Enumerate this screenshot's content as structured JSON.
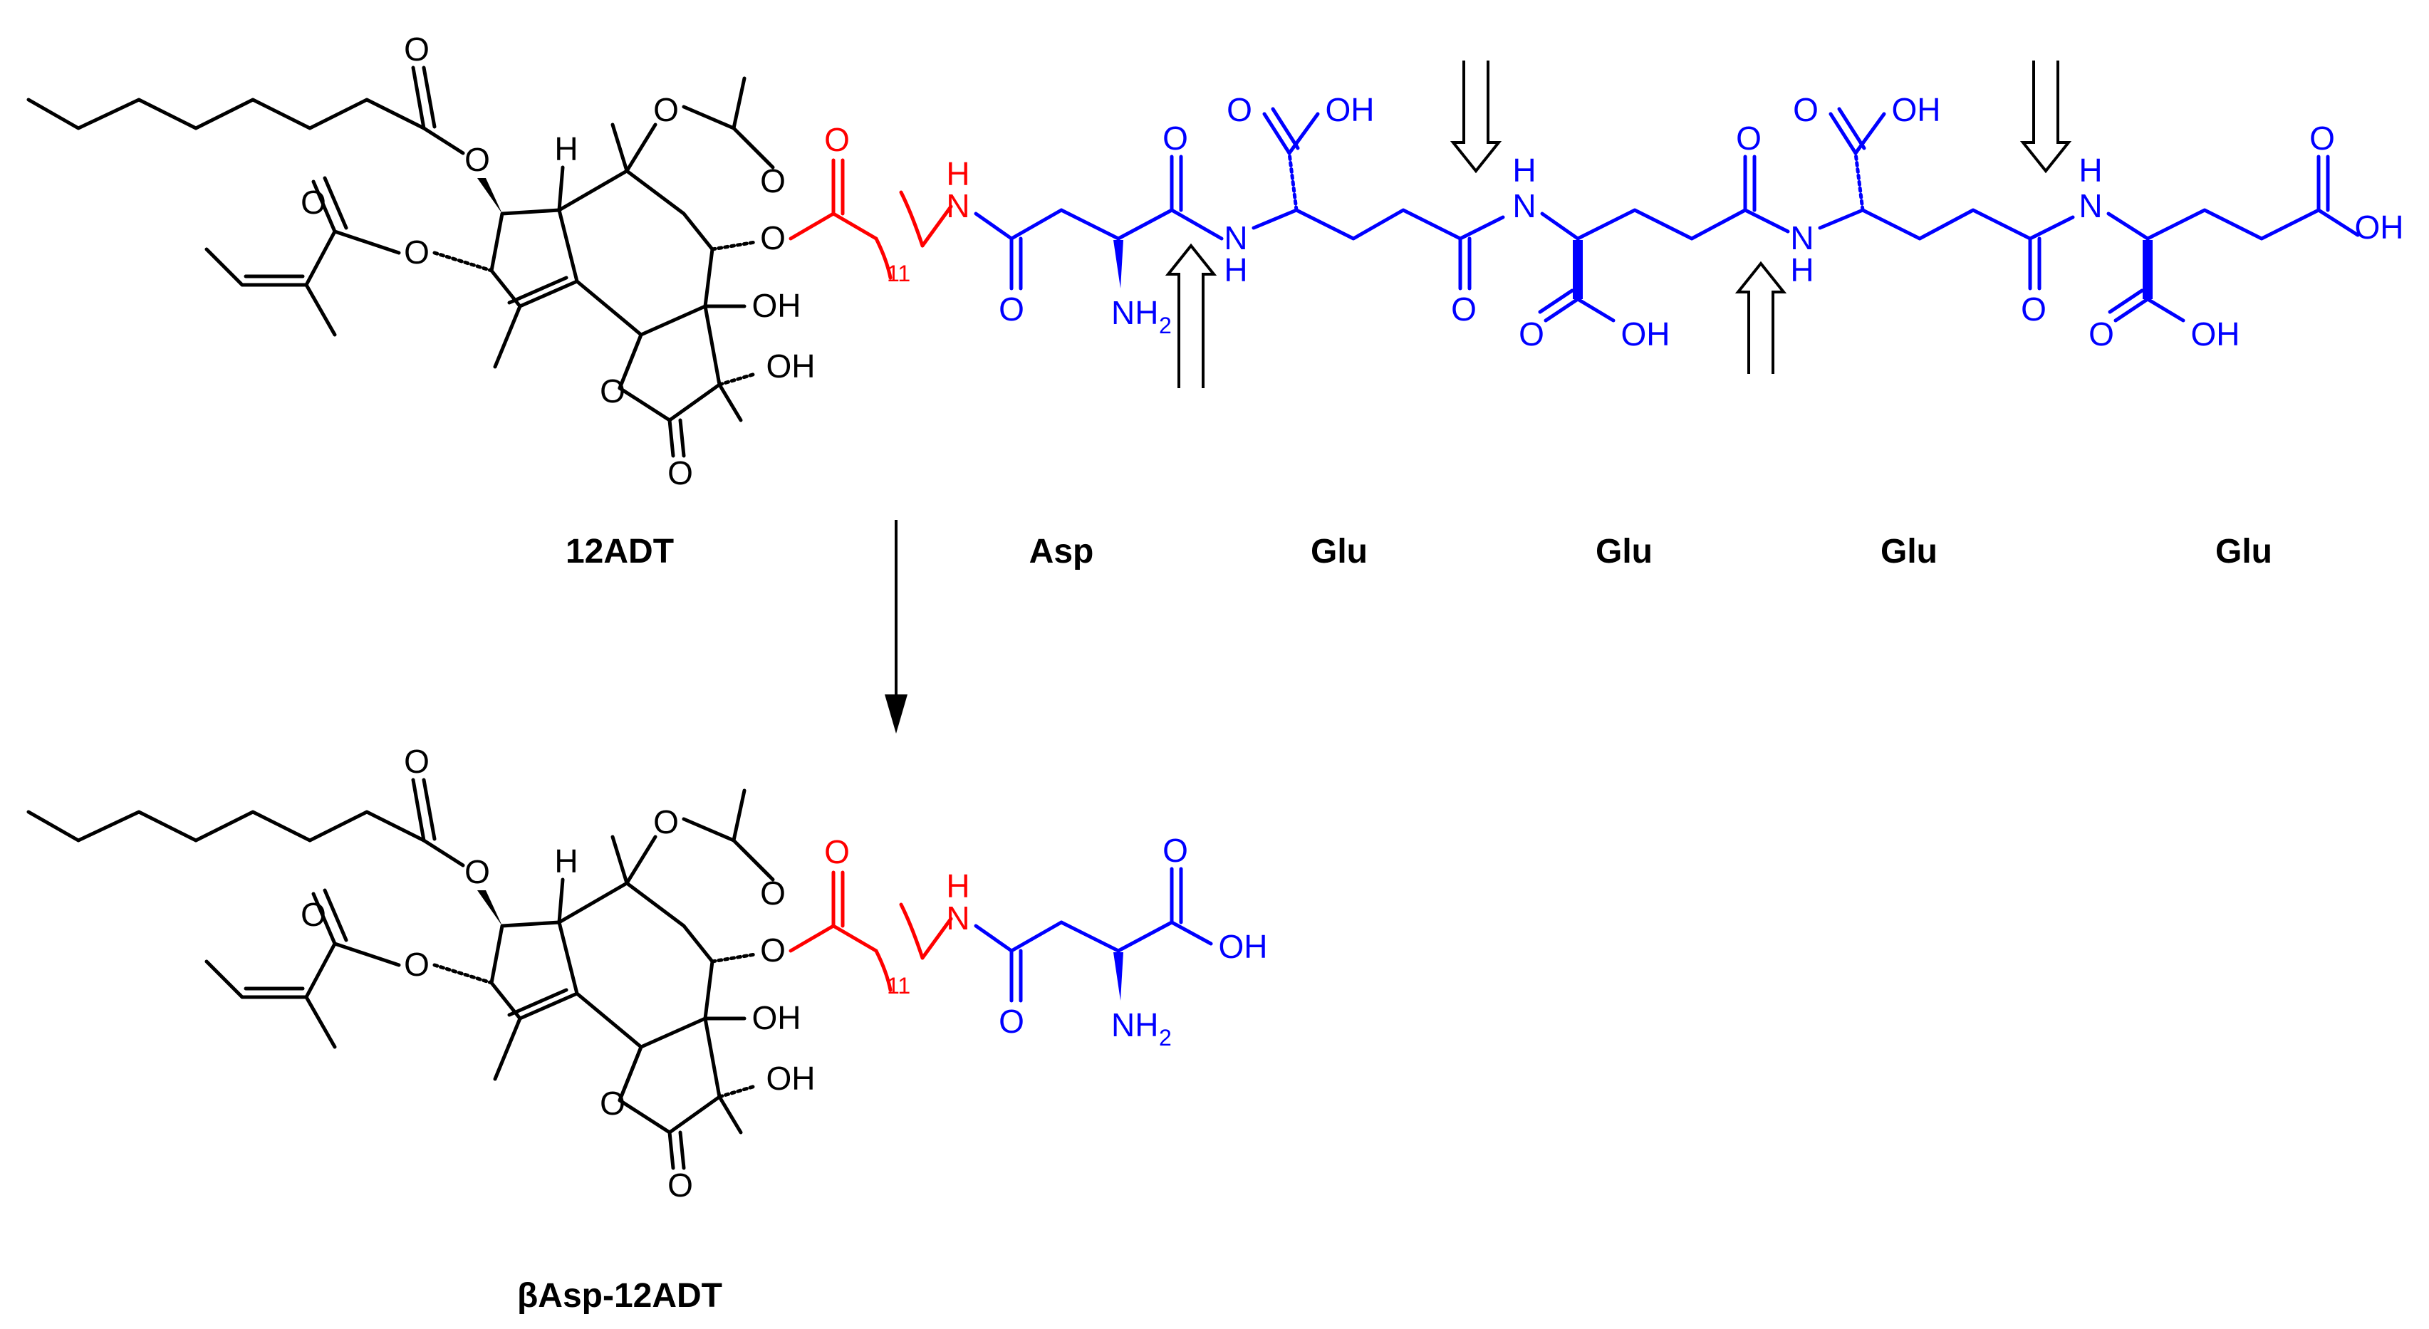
{
  "colors": {
    "core": "#000000",
    "linker": "#ff0000",
    "peptide": "#0000ff"
  },
  "atoms": {
    "O": "O",
    "OH": "OH",
    "H": "H",
    "N": "N",
    "NH": "NH",
    "NH2_main": "NH",
    "NH2_sub": "2",
    "linker_count": "11"
  },
  "labels": {
    "top_compound": "12ADT",
    "residues": [
      "Asp",
      "Glu",
      "Glu",
      "Glu",
      "Glu"
    ],
    "bottom_compound": "βAsp-12ADT"
  },
  "icons": [
    "reaction-arrow-icon",
    "cleavage-arrow-icon"
  ]
}
